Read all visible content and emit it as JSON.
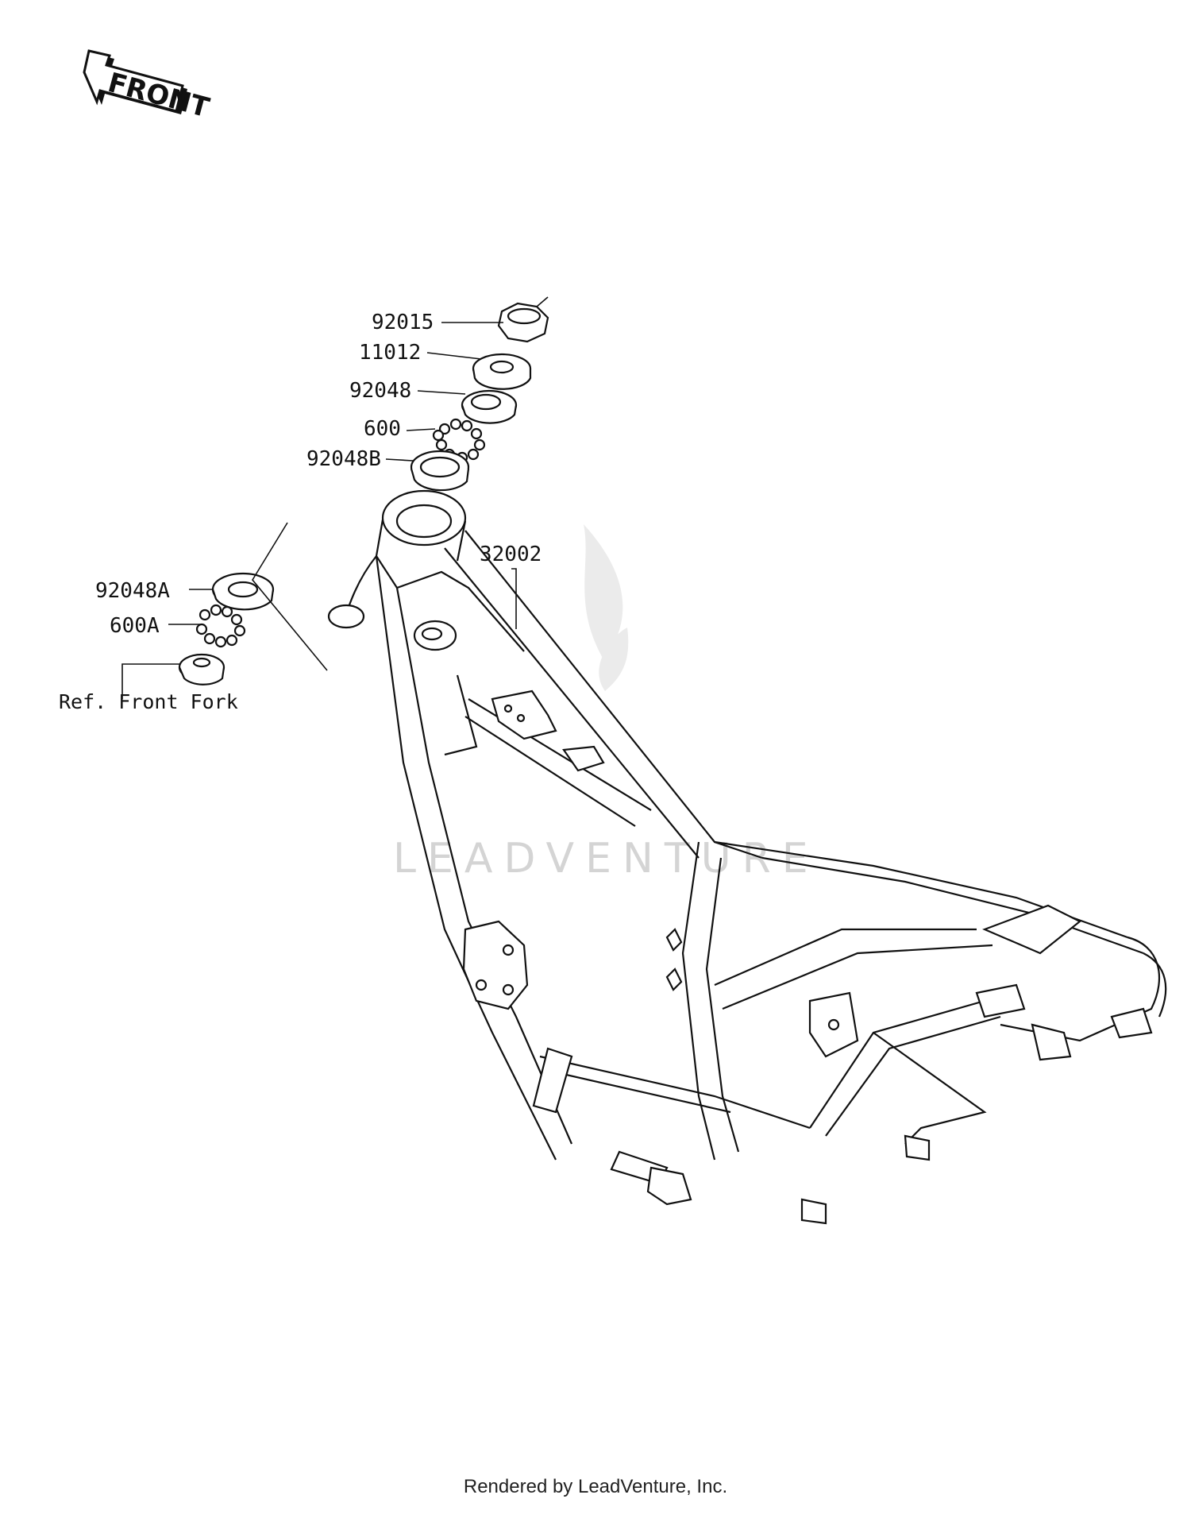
{
  "front_arrow": {
    "label": "FRONT",
    "icon": "front-arrow-icon"
  },
  "callouts": {
    "p92015": "92015",
    "p11012": "11012",
    "p92048": "92048",
    "p600": "600",
    "p92048b": "92048B",
    "p32002": "32002",
    "p92048a": "92048A",
    "p600a": "600A",
    "ref_front_fork": "Ref. Front Fork"
  },
  "watermark": "LEADVENTURE",
  "footer": "Rendered by LeadVenture, Inc."
}
